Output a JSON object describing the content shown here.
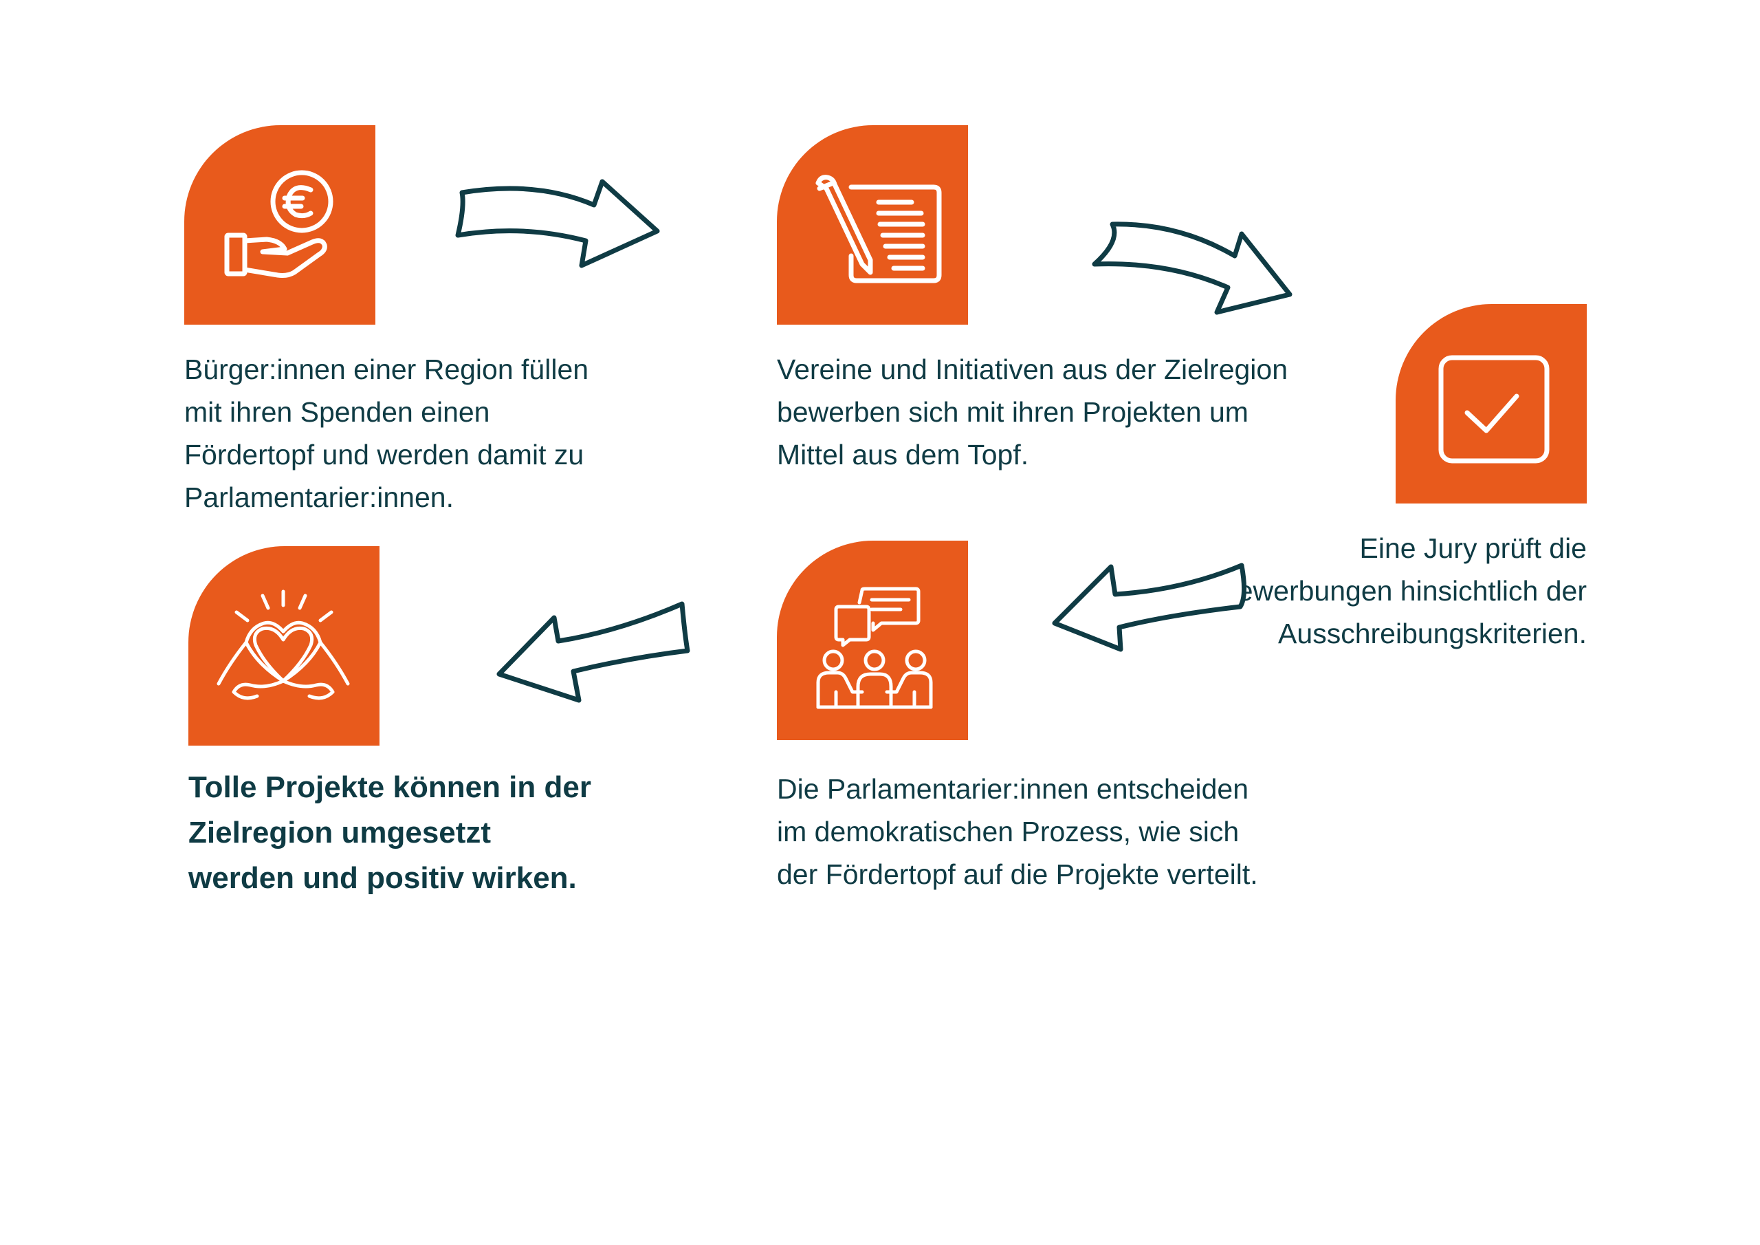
{
  "steps": [
    {
      "id": "donate",
      "icon": "hand-euro-icon",
      "text": "Bürger:innen einer Region füllen mit ihren Spenden einen Fördertopf und werden damit zu Parlamentarier:innen."
    },
    {
      "id": "apply",
      "icon": "document-pencil-icon",
      "text": "Vereine und Initiativen aus der Zielregion bewerben sich mit ihren Projekten um Mittel aus dem Topf."
    },
    {
      "id": "jury",
      "icon": "checkbox-icon",
      "text": "Eine Jury prüft die Bewerbungen hinsichtlich der Ausschreibungskriterien."
    },
    {
      "id": "decide",
      "icon": "meeting-discussion-icon",
      "text": "Die Parlamentarier:innen entscheiden im demokratischen Prozess, wie sich der Fördertopf auf die Projekte verteilt."
    },
    {
      "id": "impact",
      "icon": "heart-hands-icon",
      "text": "Tolle Projekte können in der Zielregion umgesetzt werden und positiv wirken."
    }
  ],
  "colors": {
    "tile": "#e85a1c",
    "text": "#0f3b44",
    "arrow_stroke": "#0f3b44"
  }
}
